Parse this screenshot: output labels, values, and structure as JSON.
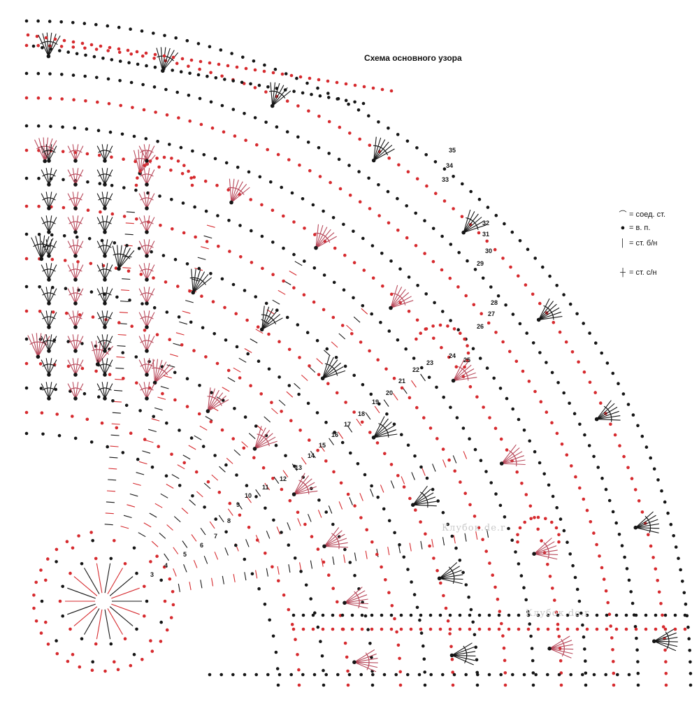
{
  "title": "Схема основного узора",
  "legend": [
    {
      "symbol_icon": "slip-stitch-arc",
      "label": "= соед. ст."
    },
    {
      "symbol_icon": "chain-dot",
      "label": "= в. п."
    },
    {
      "symbol_icon": "single-crochet-bar",
      "label": "= ст. б/н"
    },
    {
      "symbol_icon": "double-crochet-bar",
      "label": "= ст. с/н"
    }
  ],
  "row_numbers": [
    "3",
    "4",
    "5",
    "6",
    "7",
    "8",
    "9",
    "10",
    "11",
    "12",
    "13",
    "14",
    "15",
    "16",
    "17",
    "18",
    "19",
    "20",
    "21",
    "22",
    "23",
    "24",
    "25",
    "26",
    "27",
    "28",
    "29",
    "30",
    "31",
    "32",
    "33",
    "34",
    "35"
  ],
  "watermarks": [
    "Клубок.de.r",
    "Клубок.de.r"
  ],
  "colors": {
    "red": "#d62a2e",
    "black": "#151515",
    "pink": "#b8485a"
  }
}
